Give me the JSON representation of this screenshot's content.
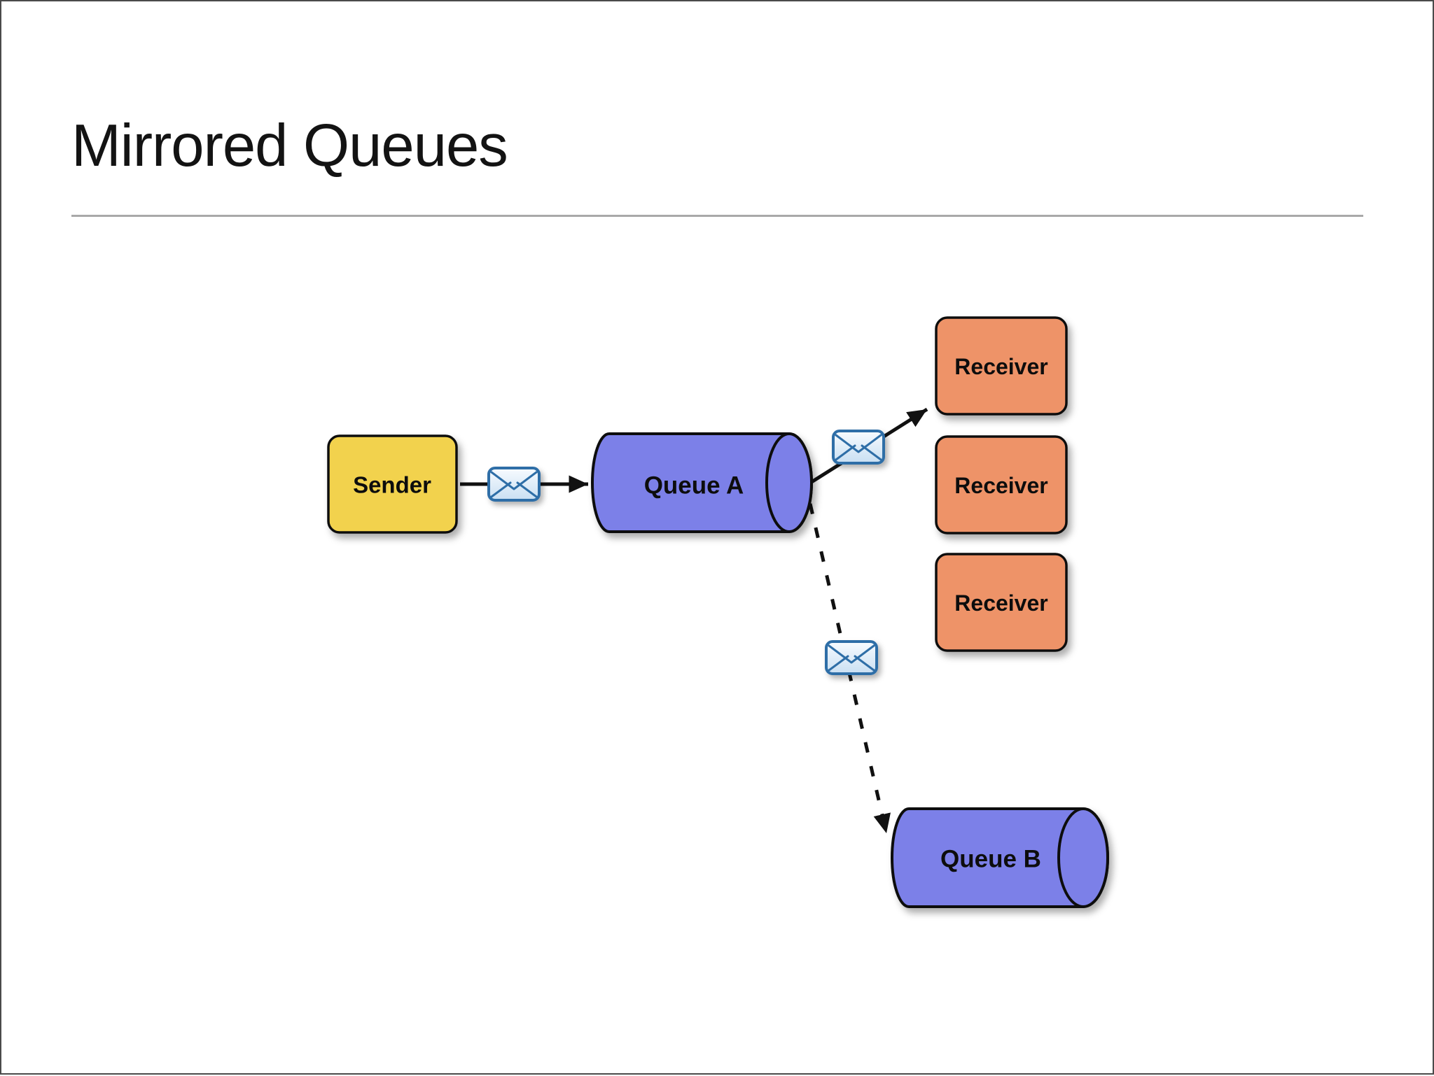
{
  "slide": {
    "title": "Mirrored Queues"
  },
  "colors": {
    "background": "#FFFFFF",
    "page_border": "#4A4A4A",
    "title_text": "#131313",
    "rule": "#A9A9A9",
    "edge_line": "#111111",
    "node_stroke": "#111111",
    "label_text": "#111111"
  },
  "diagram": {
    "sender": {
      "label": "Sender",
      "fill": "#F2D24E"
    },
    "queue_a": {
      "label": "Queue A",
      "fill": "#7C80E8"
    },
    "queue_b": {
      "label": "Queue B",
      "fill": "#7C80E8"
    },
    "receiver_fill": "#EE9368",
    "receivers": [
      {
        "label": "Receiver"
      },
      {
        "label": "Receiver"
      },
      {
        "label": "Receiver"
      }
    ],
    "envelope": {
      "name": "envelope-message-icon",
      "border": "#2F6EA7",
      "fill_top": "#F7FBFF",
      "fill_bottom": "#C9DFF2"
    },
    "connections": [
      {
        "from": "Sender",
        "to": "Queue A",
        "style": "solid",
        "icon": "envelope"
      },
      {
        "from": "Queue A",
        "to": "Receiver",
        "style": "solid",
        "icon": "envelope"
      },
      {
        "from": "Queue A",
        "to": "Queue B",
        "style": "dashed",
        "icon": "envelope"
      }
    ]
  }
}
